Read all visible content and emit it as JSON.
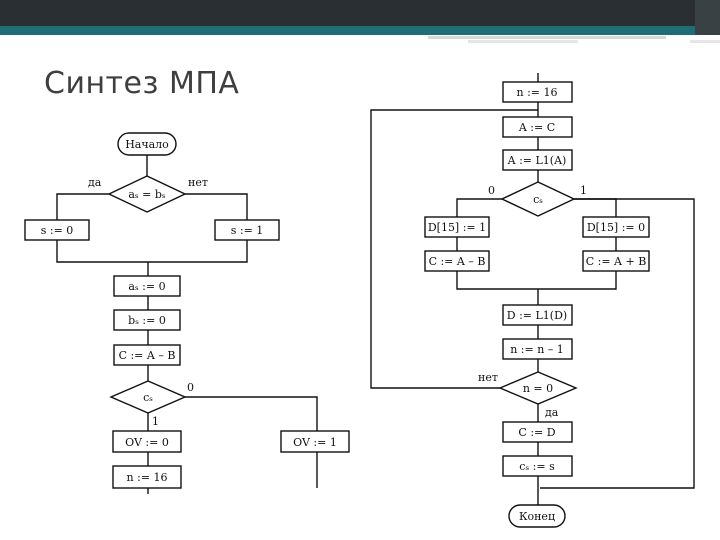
{
  "slide": {
    "title": "Синтез МПА",
    "colors": {
      "band_dark": "#2a2f33",
      "band_teal": "#1f6e75",
      "title": "#3f3f3f"
    }
  },
  "left": {
    "start": "Начало",
    "cond1": "aₛ = bₛ",
    "yes": "да",
    "no": "нет",
    "s0": "s := 0",
    "s1": "s := 1",
    "as0": "aₛ := 0",
    "bs0": "bₛ := 0",
    "c": "C := A – B",
    "cond2": "cₛ",
    "label0": "0",
    "label1": "1",
    "ov0": "OV := 0",
    "ov1": "OV := 1",
    "n16": "n := 16"
  },
  "right": {
    "n16": "n := 16",
    "ac": "A := C",
    "al1": "A := L1(A)",
    "cond": "cₛ",
    "label0": "0",
    "label1": "1",
    "d1": "D[15] := 1",
    "d0": "D[15] := 0",
    "cab": "C := A – B",
    "capb": "C := A + B",
    "dl1": "D := L1(D)",
    "nm1": "n := n – 1",
    "condn": "n = 0",
    "no": "нет",
    "yes": "да",
    "cd": "C := D",
    "css": "cₛ := s",
    "end": "Конец"
  }
}
